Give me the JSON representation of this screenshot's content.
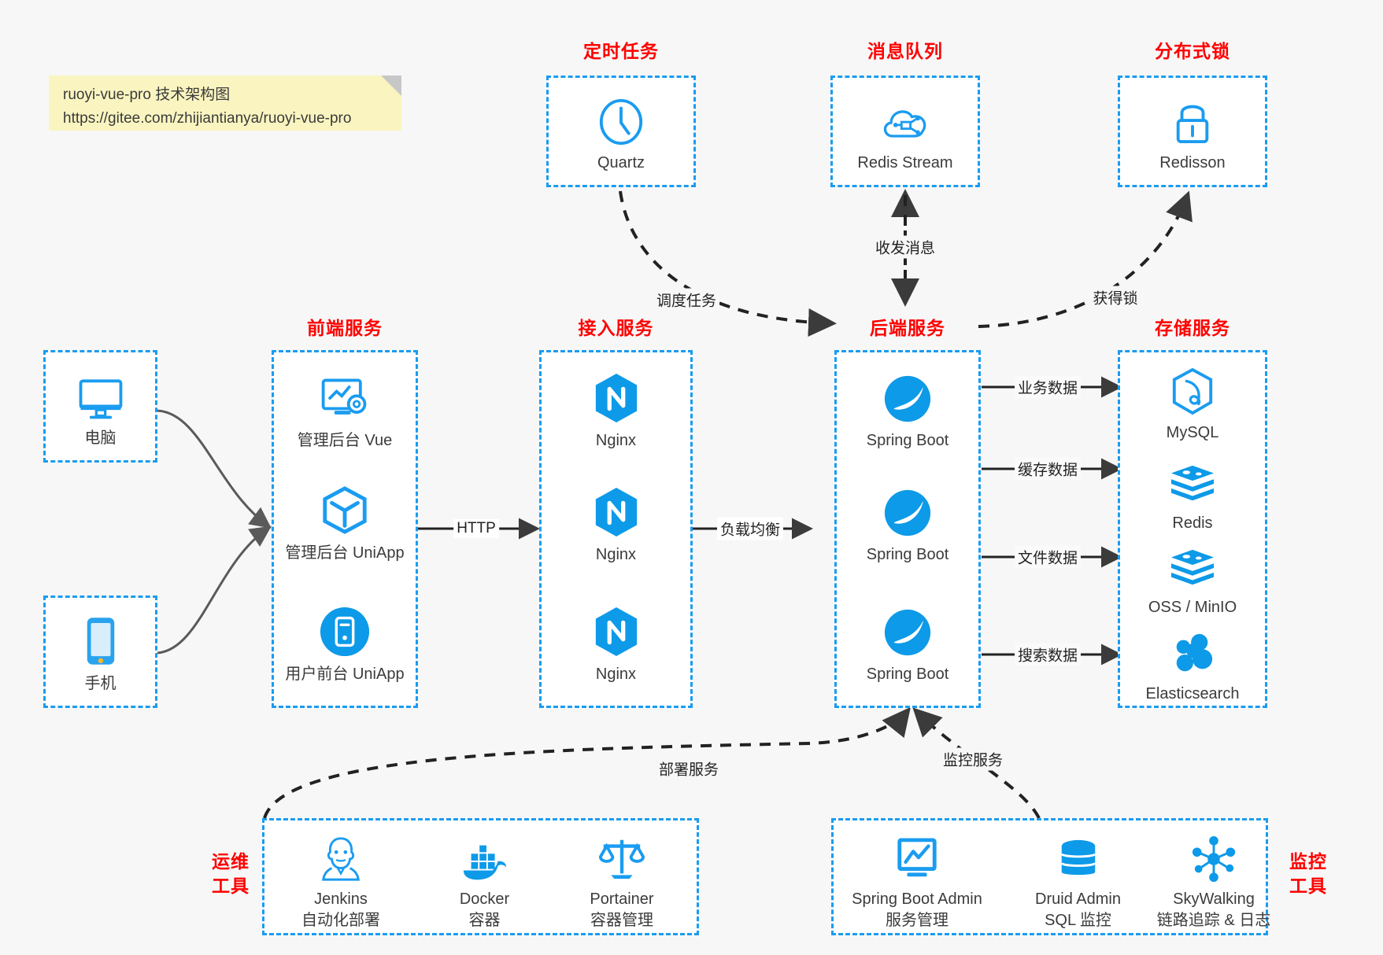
{
  "note": {
    "line1": "ruoyi-vue-pro 技术架构图",
    "line2": "https://gitee.com/zhijiantianya/ruoyi-vue-pro"
  },
  "colors": {
    "box_border": "#1a9cf0",
    "group_title": "#ff0000",
    "icon_blue": "#1a9cf0",
    "note_bg": "#faf5c0",
    "page_bg": "#f7f7f7",
    "edge": "#3b3b3b"
  },
  "groups": {
    "scheduler": {
      "title": "定时任务",
      "nodes": [
        {
          "label": "Quartz",
          "icon": "clock-icon"
        }
      ]
    },
    "mq": {
      "title": "消息队列",
      "nodes": [
        {
          "label": "Redis Stream",
          "icon": "cloud-stream-icon"
        }
      ]
    },
    "lock": {
      "title": "分布式锁",
      "nodes": [
        {
          "label": "Redisson",
          "icon": "lock-icon"
        }
      ]
    },
    "clients": {
      "title": "",
      "nodes": [
        {
          "label": "电脑",
          "icon": "desktop-icon"
        },
        {
          "label": "手机",
          "icon": "mobile-icon"
        }
      ]
    },
    "frontend": {
      "title": "前端服务",
      "nodes": [
        {
          "label": "管理后台 Vue",
          "icon": "admin-dashboard-icon"
        },
        {
          "label": "管理后台 UniApp",
          "icon": "cube-icon"
        },
        {
          "label": "用户前台 UniApp",
          "icon": "app-phone-icon"
        }
      ]
    },
    "gateway": {
      "title": "接入服务",
      "nodes": [
        {
          "label": "Nginx",
          "icon": "nginx-icon"
        },
        {
          "label": "Nginx",
          "icon": "nginx-icon"
        },
        {
          "label": "Nginx",
          "icon": "nginx-icon"
        }
      ]
    },
    "backend": {
      "title": "后端服务",
      "nodes": [
        {
          "label": "Spring Boot",
          "icon": "spring-boot-icon"
        },
        {
          "label": "Spring Boot",
          "icon": "spring-boot-icon"
        },
        {
          "label": "Spring Boot",
          "icon": "spring-boot-icon"
        }
      ]
    },
    "storage": {
      "title": "存储服务",
      "nodes": [
        {
          "label": "MySQL",
          "icon": "mysql-icon"
        },
        {
          "label": "Redis",
          "icon": "redis-icon"
        },
        {
          "label": "OSS / MinIO",
          "icon": "oss-icon"
        },
        {
          "label": "Elasticsearch",
          "icon": "elasticsearch-icon"
        }
      ]
    },
    "devops": {
      "title": "运维\n工具",
      "title_line1": "运维",
      "title_line2": "工具",
      "nodes": [
        {
          "label": "Jenkins",
          "sub": "自动化部署",
          "icon": "jenkins-icon"
        },
        {
          "label": "Docker",
          "sub": "容器",
          "icon": "docker-icon"
        },
        {
          "label": "Portainer",
          "sub": "容器管理",
          "icon": "scales-icon"
        }
      ]
    },
    "monitor": {
      "title_line1": "监控",
      "title_line2": "工具",
      "nodes": [
        {
          "label": "Spring Boot Admin",
          "sub": "服务管理",
          "icon": "monitor-chart-icon"
        },
        {
          "label": "Druid Admin",
          "sub": "SQL 监控",
          "icon": "database-icon"
        },
        {
          "label": "SkyWalking",
          "sub": "链路追踪 & 日志",
          "icon": "skywalking-icon"
        }
      ]
    }
  },
  "edges": [
    {
      "label": "调度任务",
      "from": "scheduler",
      "to": "backend"
    },
    {
      "label": "收发消息",
      "from": "backend",
      "to": "mq"
    },
    {
      "label": "获得锁",
      "from": "backend",
      "to": "lock"
    },
    {
      "label": "HTTP",
      "from": "frontend",
      "to": "gateway"
    },
    {
      "label": "负载均衡",
      "from": "gateway",
      "to": "backend"
    },
    {
      "label": "业务数据",
      "from": "backend",
      "to": "mysql"
    },
    {
      "label": "缓存数据",
      "from": "backend",
      "to": "redis"
    },
    {
      "label": "文件数据",
      "from": "backend",
      "to": "oss"
    },
    {
      "label": "搜索数据",
      "from": "backend",
      "to": "elasticsearch"
    },
    {
      "label": "部署服务",
      "from": "devops",
      "to": "backend"
    },
    {
      "label": "监控服务",
      "from": "monitor",
      "to": "backend"
    }
  ]
}
